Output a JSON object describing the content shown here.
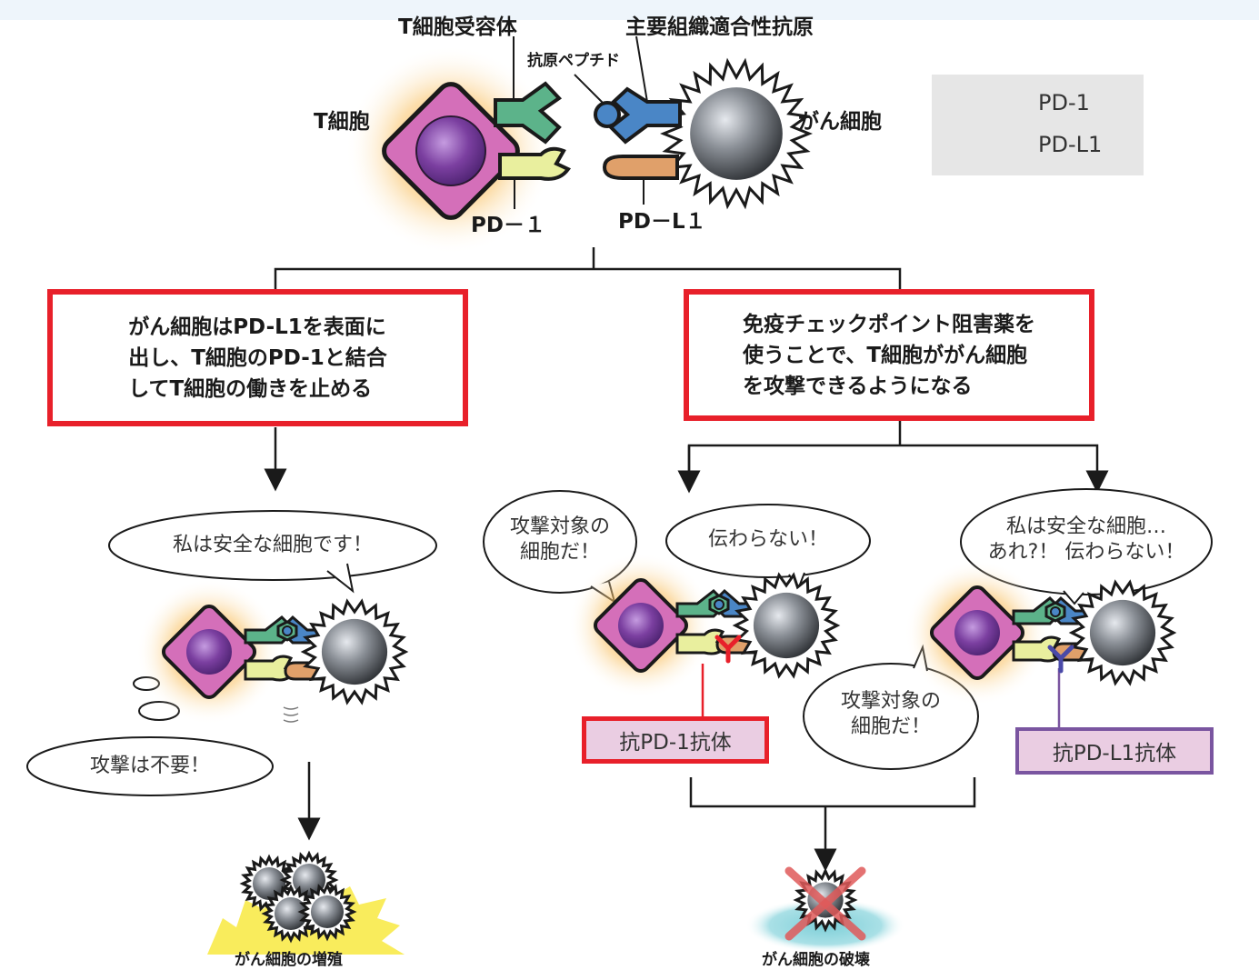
{
  "top": {
    "t_cell_receptor": "T細胞受容体",
    "mhc": "主要組織適合性抗原",
    "antigen_peptide": "抗原ペプチド",
    "t_cell": "T細胞",
    "cancer_cell": "がん細胞",
    "pd1": "PD－１",
    "pdl1": "PD－L１"
  },
  "legend": {
    "pd1": "PD-1",
    "pdl1": "PD-L1"
  },
  "left_box": "がん細胞はPD-L1を表面に\n出し、T細胞のPD-1と結合\nしてT細胞の働きを止める",
  "right_box": "免疫チェックポイント阻害薬を\n使うことで、T細胞ががん細胞\nを攻撃できるようになる",
  "bubbles": {
    "safe_cell": "私は安全な細胞です！",
    "no_attack": "攻撃は不要！",
    "target_a": "攻撃対象の\n細胞だ！",
    "not_conveyed": "伝わらない！",
    "safe_question": "私は安全な細胞…\nあれ?！ 伝わらない！",
    "target_b": "攻撃対象の\n細胞だ！"
  },
  "antibodies": {
    "anti_pd1": "抗PD-1抗体",
    "anti_pdl1": "抗PD-L1抗体"
  },
  "outcomes": {
    "proliferation": "がん細胞の増殖",
    "destruction": "がん細胞の破壊"
  },
  "colors": {
    "red_frame": "#e8202a",
    "purple_frame": "#7a55a0",
    "t_cell": "#d46fb9",
    "nucleus": "#7b3fa0",
    "tcr": "#5cb38a",
    "mhc": "#4a86c6",
    "pd1": "#e9ef9e",
    "pdl1": "#e0a06a",
    "cancer": "#6b6f75"
  }
}
